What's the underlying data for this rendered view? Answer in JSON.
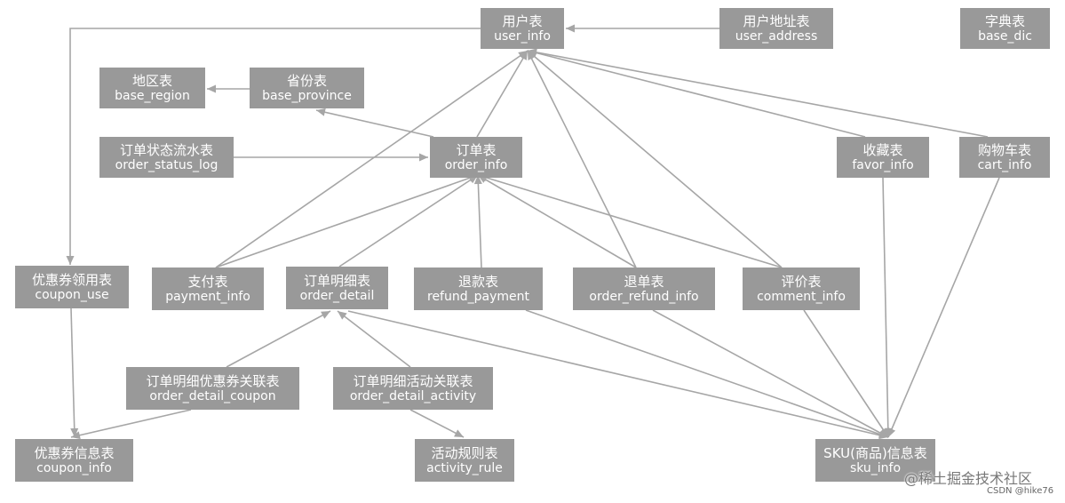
{
  "nodes": [
    {
      "id": "user_info",
      "cn": "用户表",
      "en": "user_info"
    },
    {
      "id": "user_address",
      "cn": "用户地址表",
      "en": "user_address"
    },
    {
      "id": "base_dic",
      "cn": "字典表",
      "en": "base_dic"
    },
    {
      "id": "base_region",
      "cn": "地区表",
      "en": "base_region"
    },
    {
      "id": "base_province",
      "cn": "省份表",
      "en": "base_province"
    },
    {
      "id": "order_status_log",
      "cn": "订单状态流水表",
      "en": "order_status_log"
    },
    {
      "id": "order_info",
      "cn": "订单表",
      "en": "order_info"
    },
    {
      "id": "favor_info",
      "cn": "收藏表",
      "en": "favor_info"
    },
    {
      "id": "cart_info",
      "cn": "购物车表",
      "en": "cart_info"
    },
    {
      "id": "coupon_use",
      "cn": "优惠券领用表",
      "en": "coupon_use"
    },
    {
      "id": "payment_info",
      "cn": "支付表",
      "en": "payment_info"
    },
    {
      "id": "order_detail",
      "cn": "订单明细表",
      "en": "order_detail"
    },
    {
      "id": "refund_payment",
      "cn": "退款表",
      "en": "refund_payment"
    },
    {
      "id": "order_refund_info",
      "cn": "退单表",
      "en": "order_refund_info"
    },
    {
      "id": "comment_info",
      "cn": "评价表",
      "en": "comment_info"
    },
    {
      "id": "order_detail_coupon",
      "cn": "订单明细优惠券关联表",
      "en": "order_detail_coupon"
    },
    {
      "id": "order_detail_activity",
      "cn": "订单明细活动关联表",
      "en": "order_detail_activity"
    },
    {
      "id": "coupon_info",
      "cn": "优惠券信息表",
      "en": "coupon_info"
    },
    {
      "id": "activity_rule",
      "cn": "活动规则表",
      "en": "activity_rule"
    },
    {
      "id": "sku_info",
      "cn": "SKU(商品)信息表",
      "en": "sku_info"
    }
  ],
  "edges": [
    {
      "from": "user_address",
      "to": "user_info"
    },
    {
      "from": "user_info",
      "to": "coupon_use"
    },
    {
      "from": "base_province",
      "to": "base_region"
    },
    {
      "from": "order_status_log",
      "to": "order_info"
    },
    {
      "from": "order_info",
      "to": "base_province"
    },
    {
      "from": "order_info",
      "to": "user_info"
    },
    {
      "from": "payment_info",
      "to": "user_info"
    },
    {
      "from": "order_refund_info",
      "to": "user_info"
    },
    {
      "from": "comment_info",
      "to": "user_info"
    },
    {
      "from": "favor_info",
      "to": "user_info"
    },
    {
      "from": "cart_info",
      "to": "user_info"
    },
    {
      "from": "payment_info",
      "to": "order_info"
    },
    {
      "from": "order_detail",
      "to": "order_info"
    },
    {
      "from": "refund_payment",
      "to": "order_info"
    },
    {
      "from": "order_refund_info",
      "to": "order_info"
    },
    {
      "from": "comment_info",
      "to": "order_info"
    },
    {
      "from": "coupon_use",
      "to": "coupon_info"
    },
    {
      "from": "order_detail_coupon",
      "to": "order_detail"
    },
    {
      "from": "order_detail_coupon",
      "to": "coupon_info"
    },
    {
      "from": "order_detail_activity",
      "to": "order_detail"
    },
    {
      "from": "order_detail_activity",
      "to": "activity_rule"
    },
    {
      "from": "order_detail",
      "to": "sku_info"
    },
    {
      "from": "favor_info",
      "to": "sku_info"
    },
    {
      "from": "cart_info",
      "to": "sku_info"
    },
    {
      "from": "comment_info",
      "to": "sku_info"
    },
    {
      "from": "order_refund_info",
      "to": "sku_info"
    },
    {
      "from": "refund_payment",
      "to": "sku_info"
    }
  ],
  "style": {
    "node_color": "#999999",
    "text_color": "#ffffff",
    "edge_color": "#a6a6a6"
  },
  "watermark": {
    "main": "@稀土掘金技术社区",
    "sub": "CSDN @hike76"
  }
}
